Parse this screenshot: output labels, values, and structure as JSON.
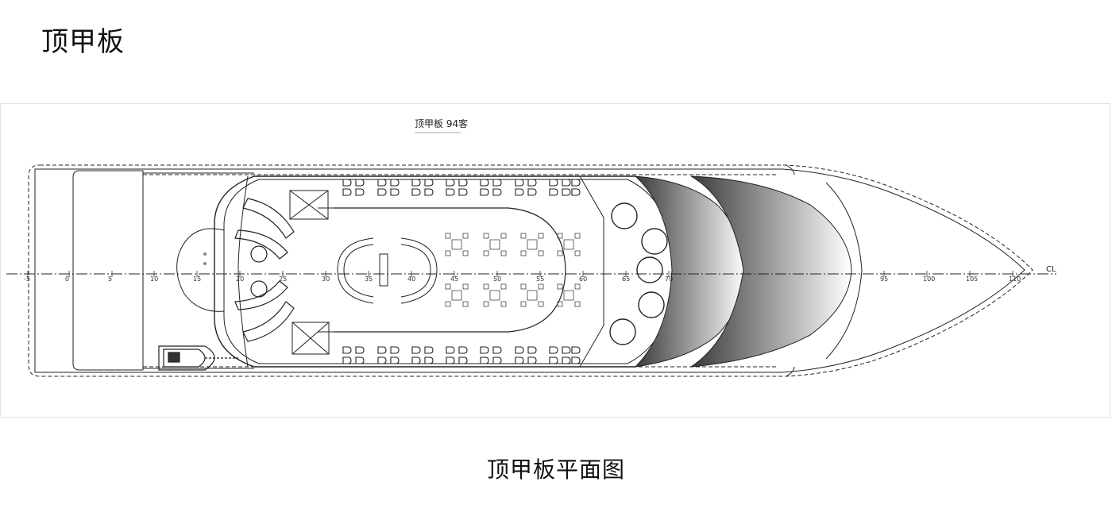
{
  "page": {
    "title": "顶甲板",
    "caption": "顶甲板平面图"
  },
  "drawing": {
    "label": "顶甲板 94客",
    "centerline_label": "CL",
    "frame_numbers": [
      "-5",
      "0",
      "5",
      "10",
      "15",
      "20",
      "25",
      "30",
      "35",
      "40",
      "45",
      "50",
      "55",
      "60",
      "65",
      "70",
      "95",
      "100",
      "105",
      "110"
    ],
    "seat_rows": {
      "top_pairs": 7,
      "bottom_pairs": 7
    },
    "round_tables": 5,
    "square_table_sets": 8
  },
  "colors": {
    "line": "#222222",
    "dim_line": "#555555",
    "gradient_dark": "#333333",
    "gradient_light": "#ffffff"
  }
}
